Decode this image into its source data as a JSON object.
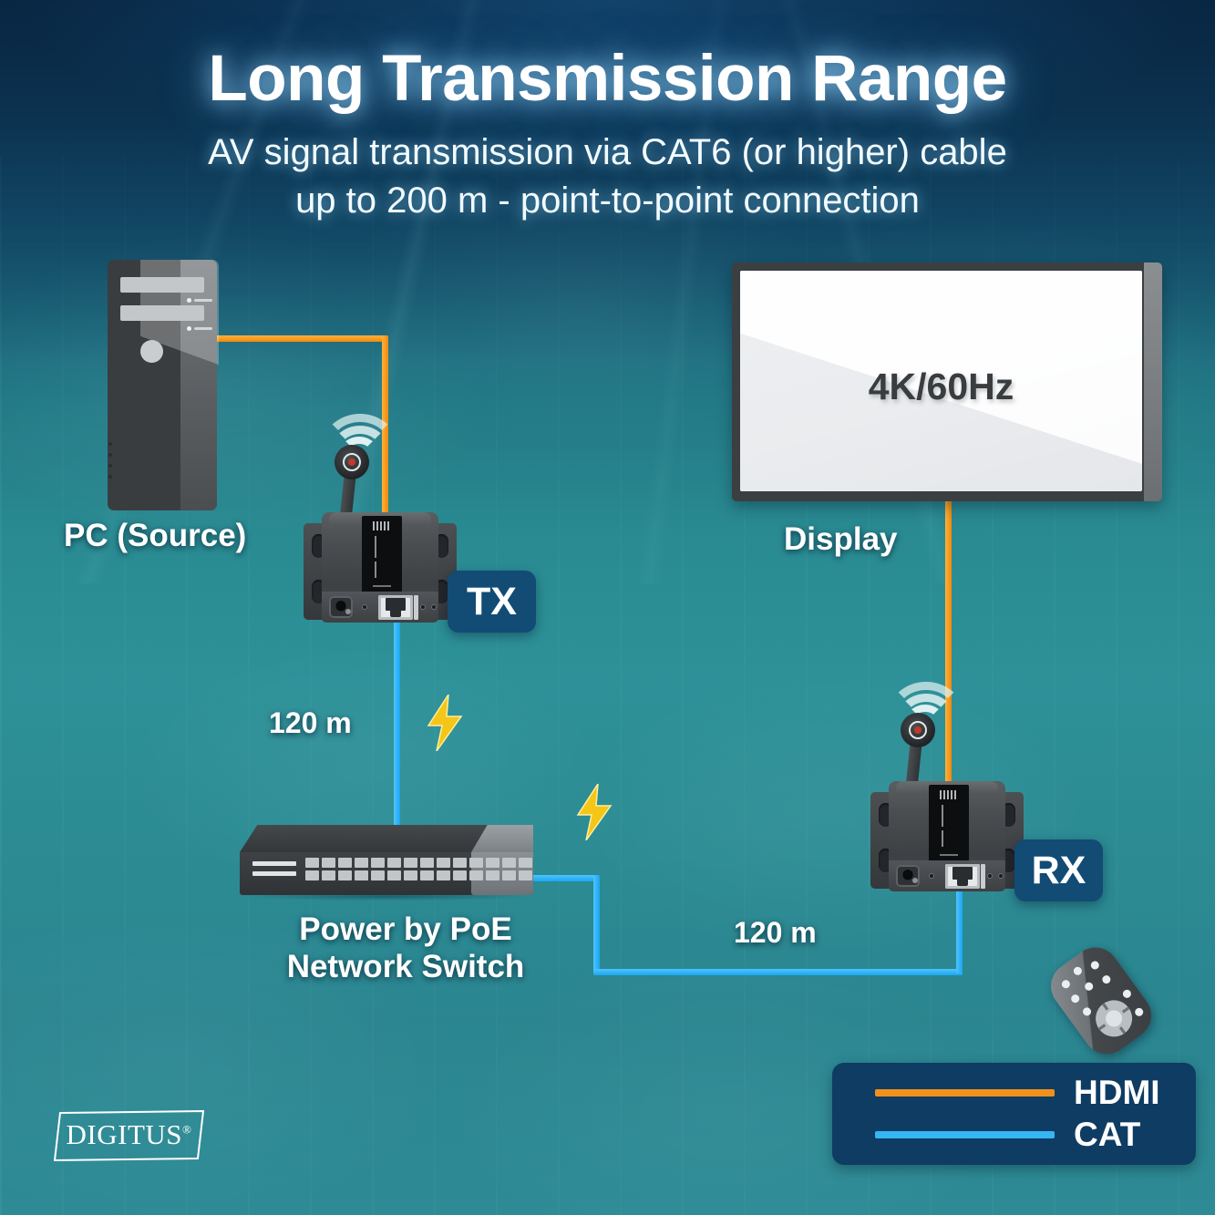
{
  "header": {
    "title": "Long Transmission Range",
    "subtitle_line1": "AV signal transmission via CAT6 (or higher) cable",
    "subtitle_line2": "up to 200 m - point-to-point connection"
  },
  "diagram": {
    "source_label": "PC (Source)",
    "display_label": "Display",
    "display_resolution": "4K/60Hz",
    "switch_label_line1": "Power by PoE",
    "switch_label_line2": "Network Switch",
    "transmitter_badge": "TX",
    "receiver_badge": "RX",
    "distance_left": "120 m",
    "distance_right": "120 m"
  },
  "legend": {
    "items": [
      {
        "label": "HDMI",
        "color": "#f0911c"
      },
      {
        "label": "CAT",
        "color": "#35b6f2"
      }
    ]
  },
  "brand": {
    "name": "DIGITUS",
    "trademark": "®"
  },
  "colors": {
    "hdmi_cable": "#f0911c",
    "cat_cable": "#35b6f2",
    "badge_background": "#124b74",
    "legend_background": "#0e3c63",
    "bolt": "#f5c518",
    "background_top": "#0a2a4a",
    "background_bottom": "#2e8b95"
  }
}
